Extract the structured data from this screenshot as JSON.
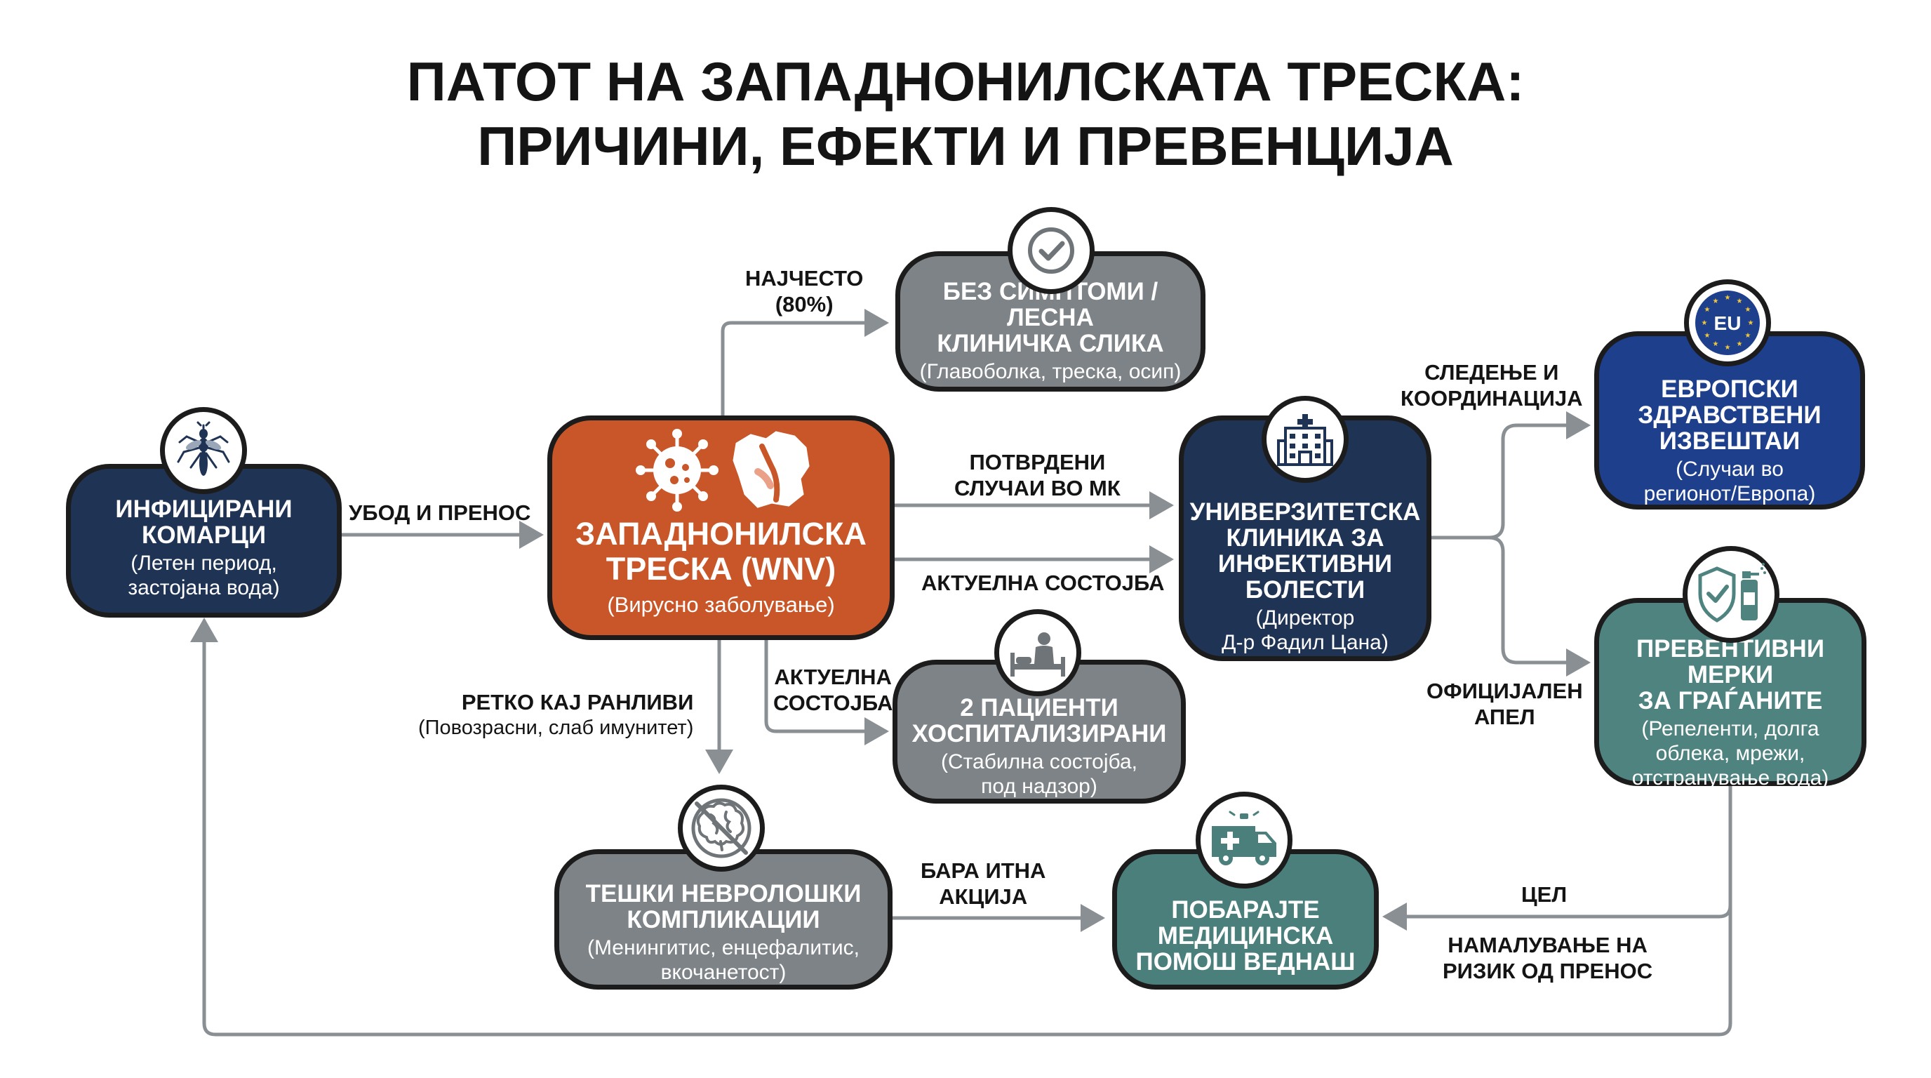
{
  "title": {
    "line1": "ПАТОТ НА ЗАПАДНОНИЛСКАТА ТРЕСКА:",
    "line2": "ПРИЧИНИ, ЕФЕКТИ И ПРЕВЕНЦИЈА"
  },
  "nodes": {
    "mosquitoes": {
      "head1": "ИНФИЦИРАНИ",
      "head2": "КОМАРЦИ",
      "sub1": "(Летен период,",
      "sub2": "застојана вода)",
      "icon": "mosquito-icon"
    },
    "wnv": {
      "head1": "ЗАПАДНОНИЛСКА",
      "head2": "ТРЕСКА (WNV)",
      "sub1": "(Вирусно заболување)",
      "icon": "virus-icon"
    },
    "mild": {
      "head1": "БЕЗ СИМПТОМИ / ЛЕСНА",
      "head2": "КЛИНИЧКА СЛИКА",
      "sub1": "(Главоболка, треска, осип)",
      "icon": "checkmark-icon"
    },
    "hospitalized": {
      "head1": "2 ПАЦИЕНТИ",
      "head2": "ХОСПИТАЛИЗИРАНИ",
      "sub1": "(Стабилна состојба,",
      "sub2": "под надзор)",
      "icon": "hospital-bed-icon"
    },
    "neuro": {
      "head1": "ТЕШКИ НЕВРОЛОШКИ",
      "head2": "КОМПЛИКАЦИИ",
      "sub1": "(Менингитис, енцефалитис,",
      "sub2": "вкочанетост)",
      "icon": "brain-icon"
    },
    "clinic": {
      "head1": "УНИВЕРЗИТЕТСКА",
      "head2": "КЛИНИКА ЗА",
      "head3": "ИНФЕКТИВНИ",
      "head4": "БОЛЕСТИ",
      "sub1": "(Директор",
      "sub2": "Д-р Фадил Цана)",
      "icon": "hospital-building-icon"
    },
    "europe": {
      "head1": "ЕВРОПСКИ",
      "head2": "ЗДРАВСТВЕНИ",
      "head3": "ИЗВЕШТАИ",
      "sub1": "(Случаи во",
      "sub2": "регионот/Европа)",
      "icon_text": "EU",
      "icon": "eu-flag-icon"
    },
    "prevention": {
      "head1": "ПРЕВЕНТИВНИ МЕРКИ",
      "head2": "ЗА ГРАЃАНИТЕ",
      "sub1": "(Репеленти, долга",
      "sub2": "облека, мрежи,",
      "sub3": "отстранување вода)",
      "icon": "shield-spray-icon"
    },
    "medical": {
      "head1": "ПОБАРАЈТЕ",
      "head2": "МЕДИЦИНСКА",
      "head3": "ПОМОШ ВЕДНАШ",
      "icon": "ambulance-icon"
    }
  },
  "labels": {
    "bite": "УБОД И ПРЕНОС",
    "most_common1": "НАЈЧЕСТО",
    "most_common2": "(80%)",
    "confirmed1": "ПОТВРДЕНИ",
    "confirmed2": "СЛУЧАИ ВО МК",
    "current1": "АКТУЕЛНА СОСТОЈБА",
    "current2a": "АКТУЕЛНА",
    "current2b": "СОСТОЈБА",
    "rare1": "РЕТКО КАЈ РАНЛИВИ",
    "rare2": "(Повозрасни, слаб имунитет)",
    "monitoring1": "СЛЕДЕЊЕ И",
    "monitoring2": "КООРДИНАЦИЈА",
    "appeal1": "ОФИЦИЈАЛЕН",
    "appeal2": "АПЕЛ",
    "urgent1": "БАРА ИТНА",
    "urgent2": "АКЦИЈА",
    "goal1": "ЦЕЛ",
    "goal2": "НАМАЛУВАЊЕ НА",
    "goal3": "РИЗИК ОД ПРЕНОС"
  },
  "colors": {
    "navy": "#1f3354",
    "orange": "#c85628",
    "gray": "#7e8387",
    "blue": "#1d3f8c",
    "teal": "#4f8380",
    "arrow": "#8a8f94"
  }
}
